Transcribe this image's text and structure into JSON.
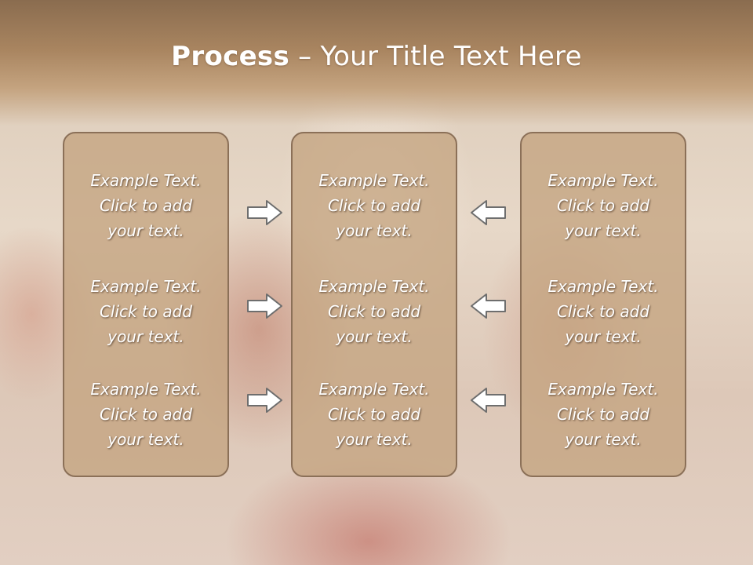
{
  "title": {
    "bold": "Process",
    "rest": " – Your Title Text Here"
  },
  "panels": [
    {
      "items": [
        {
          "line1": "Example Text.",
          "line2": "Click  to add",
          "line3": "your text."
        },
        {
          "line1": "Example Text.",
          "line2": "Click  to add",
          "line3": "your text."
        },
        {
          "line1": "Example Text.",
          "line2": "Click  to add",
          "line3": "your text."
        }
      ]
    },
    {
      "items": [
        {
          "line1": "Example Text.",
          "line2": "Click  to add",
          "line3": "your text."
        },
        {
          "line1": "Example Text.",
          "line2": "Click  to add",
          "line3": "your text."
        },
        {
          "line1": "Example Text.",
          "line2": "Click  to add",
          "line3": "your text."
        }
      ]
    },
    {
      "items": [
        {
          "line1": "Example Text.",
          "line2": "Click  to add",
          "line3": "your text."
        },
        {
          "line1": "Example Text.",
          "line2": "Click  to add",
          "line3": "your text."
        },
        {
          "line1": "Example Text.",
          "line2": "Click  to add",
          "line3": "your text."
        }
      ]
    }
  ],
  "arrows": {
    "left_column": "right-arrow-icon",
    "right_column": "left-arrow-icon"
  },
  "colors": {
    "title_band": "#a98560",
    "panel_fill": "#c4a480",
    "panel_border": "#8b7058",
    "arrow_fill": "#ffffff",
    "arrow_stroke": "#6e6e6e"
  }
}
